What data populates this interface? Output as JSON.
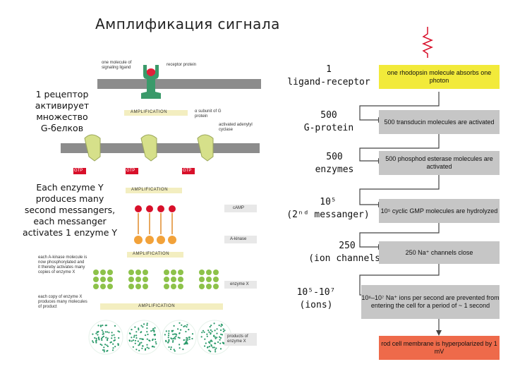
{
  "title": "Амплификация сигнала",
  "notes": {
    "receptor_note": [
      "1 рецептор",
      "активирует",
      "множество",
      "G-белков"
    ],
    "enzyme_note": [
      "Each enzyme Y",
      "produces many",
      "second messangers,",
      "each messanger",
      "activates 1 enzyme Y"
    ]
  },
  "left_diagram": {
    "top_labels": {
      "signaling_ligand": "one molecule of signaling ligand",
      "receptor_protein": "receptor protein",
      "g_subunit": "α subunit of G protein",
      "activated_enzyme": "activated adenylyl cyclase"
    },
    "amplification_label": "AMPLIFICATION",
    "gtp_label": "GTP",
    "side_labels": {
      "camp": "cAMP",
      "a_kinase": "A-kinase",
      "enzyme_x": "enzyme X",
      "products": "products of enzyme X"
    },
    "left_small_labels": {
      "kinase_note": "each A-kinase molecule is now phosphorylated and it thereby activates many copies of enzyme X",
      "enzyme_x_note": "each copy of enzyme X produces many molecules of product"
    }
  },
  "middle_labels": [
    [
      "1",
      "ligand-receptor"
    ],
    [
      "500",
      "G-protein"
    ],
    [
      "500",
      "enzymes"
    ],
    [
      "10⁵",
      "(2ⁿᵈ messanger)"
    ],
    [
      "250",
      "(ion channels)"
    ],
    [
      "10⁵-10⁷",
      "(ions)"
    ]
  ],
  "right_cascade": [
    "one rhodopsin molecule absorbs one photon",
    "500 transducin molecules are activated",
    "500 phosphod esterase molecules are activated",
    "10⁵ cyclic GMP molecules are hydrolyzed",
    "250 Na⁺ channels close",
    "10⁶–10⁷ Na⁺ ions per second are prevented from entering the cell for a period of ~ 1 second",
    "rod cell membrane is hyperpolarized by 1 mV"
  ],
  "colors": {
    "first_box": "#f2ea3a",
    "middle_boxes": "#c6c6c6",
    "last_box": "#ee6a4a",
    "ligand": "#e0203a",
    "receptor": "#3a9a6a",
    "membrane": "#8c8c8c",
    "enzyme": "#d6e08a",
    "camp": "#d8102a",
    "kinase": "#f2a23a",
    "enzyme_x": "#8dc24a",
    "products": "#2a9a6a"
  }
}
